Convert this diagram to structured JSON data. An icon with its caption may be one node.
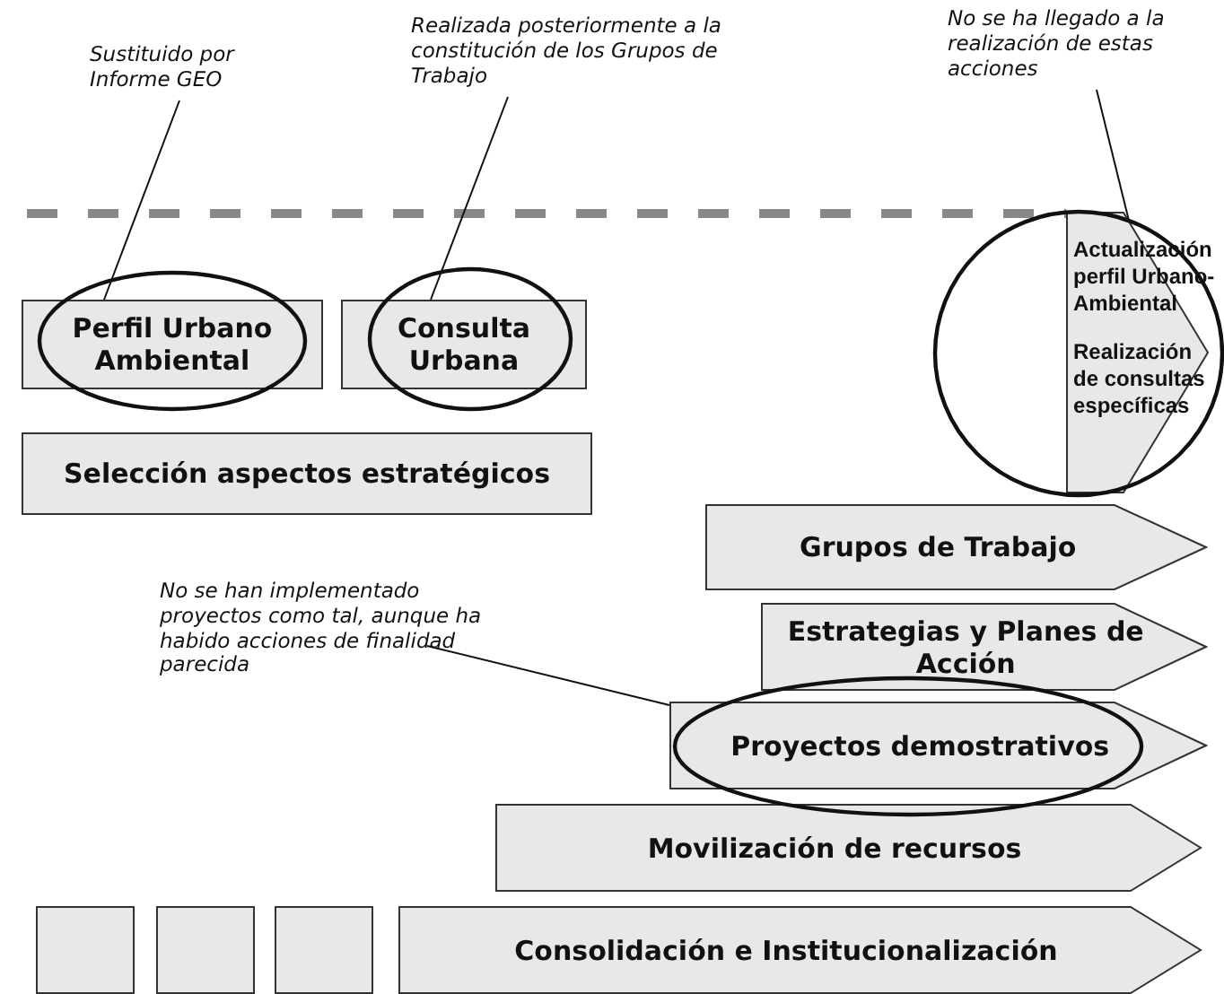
{
  "diagram": {
    "nodes": [
      {
        "text": [
          "Sustituido por Informe GEO"
        ]
      },
      {
        "text": [
          "Realizada posteriormente a la constitución de los Grupos de Trabajo"
        ]
      },
      {
        "text": [
          "No se ha llegado a la realización de estas acciones"
        ]
      },
      {
        "text": [
          "Perfil Urbano Ambiental"
        ]
      },
      {
        "text": [
          "Consulta Urbana"
        ]
      },
      {
        "text": [
          "Actualización perfil Urbano-Ambiental",
          "Realización de consultas específicas"
        ]
      },
      {
        "text": [
          "Selección aspectos estratégicos"
        ]
      },
      {
        "text": [
          "Grupos de Trabajo"
        ]
      },
      {
        "text": [
          "No se han implementado proyectos como tal, aunque ha habido acciones de finalidad parecida"
        ]
      },
      {
        "text": [
          "Estrategias y Planes de Acción"
        ]
      },
      {
        "text": [
          "Proyectos demostrativos"
        ]
      },
      {
        "text": [
          "Movilización de recursos"
        ]
      },
      {
        "text": [],
        "shape": "box"
      },
      {
        "text": [],
        "shape": "box"
      },
      {
        "text": [],
        "shape": "box"
      },
      {
        "text": [
          "Consolidación e Institucionalización"
        ]
      }
    ],
    "edges": [
      {
        "from": 0,
        "to": 3,
        "arrow": "none"
      },
      {
        "from": 1,
        "to": 4,
        "arrow": "none"
      },
      {
        "from": 2,
        "to": 5,
        "arrow": "none"
      },
      {
        "from": 8,
        "to": 10,
        "arrow": "none"
      }
    ]
  }
}
